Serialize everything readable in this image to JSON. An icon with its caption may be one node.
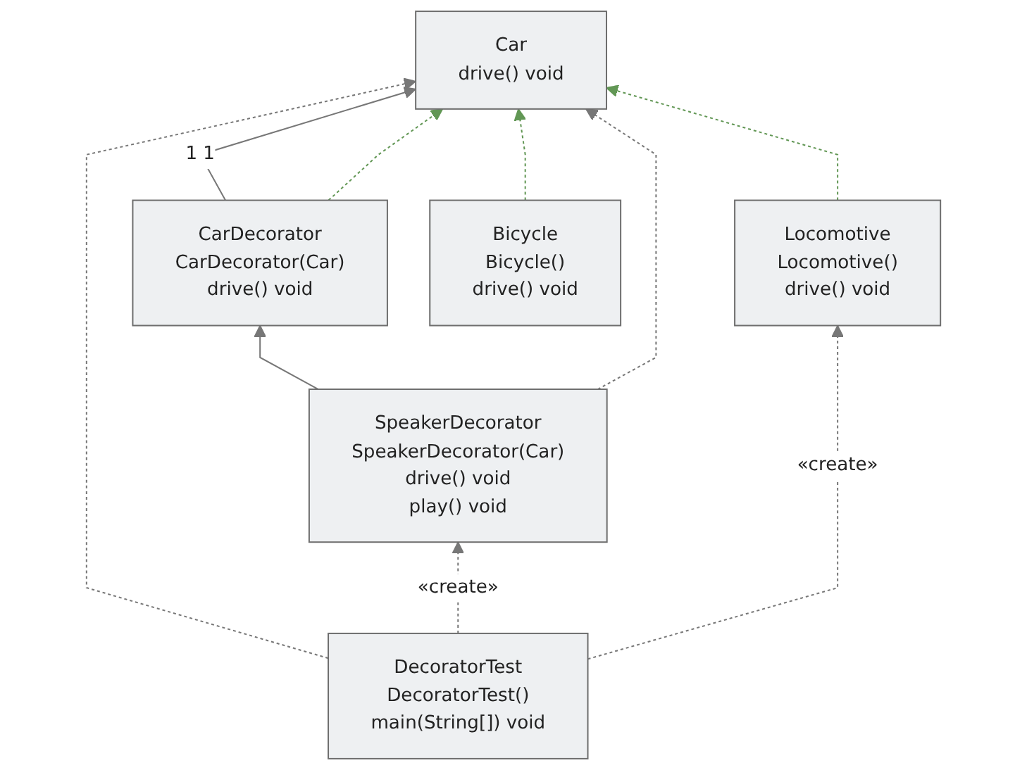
{
  "diagram": {
    "nodes": [
      {
        "text": [
          "Car",
          "drive() void"
        ]
      },
      {
        "text": [
          "CarDecorator",
          "CarDecorator(Car)",
          "drive() void"
        ]
      },
      {
        "text": [
          "Locomotive",
          "Locomotive()",
          "drive() void"
        ]
      },
      {
        "text": [
          "Bicycle",
          "Bicycle()",
          "drive() void"
        ]
      },
      {
        "text": [
          "SpeakerDecorator",
          "SpeakerDecorator(Car)",
          "drive() void",
          "play() void"
        ]
      },
      {
        "text": [
          "DecoratorTest",
          "DecoratorTest()",
          "main(String[]) void"
        ]
      }
    ],
    "edges": [
      {
        "from": 1,
        "to": 0,
        "arrow": "to",
        "label": "1 1"
      },
      {
        "from": 1,
        "to": 0,
        "arrow": "to",
        "style": "dashed",
        "color": "#629755"
      },
      {
        "from": 2,
        "to": 0,
        "arrow": "to",
        "style": "dashed",
        "color": "#629755"
      },
      {
        "from": 3,
        "to": 0,
        "arrow": "to",
        "style": "dashed",
        "color": "#629755"
      },
      {
        "from": 4,
        "to": 1,
        "arrow": "to"
      },
      {
        "from": 4,
        "to": 0,
        "arrow": "to",
        "style": "dashed"
      },
      {
        "from": 5,
        "to": 0,
        "arrow": "to",
        "style": "dashed"
      },
      {
        "from": 5,
        "to": 4,
        "arrow": "to",
        "style": "dashed",
        "label": "«create»"
      },
      {
        "from": 5,
        "to": 2,
        "arrow": "to",
        "style": "dashed",
        "label": "«create»"
      }
    ]
  }
}
